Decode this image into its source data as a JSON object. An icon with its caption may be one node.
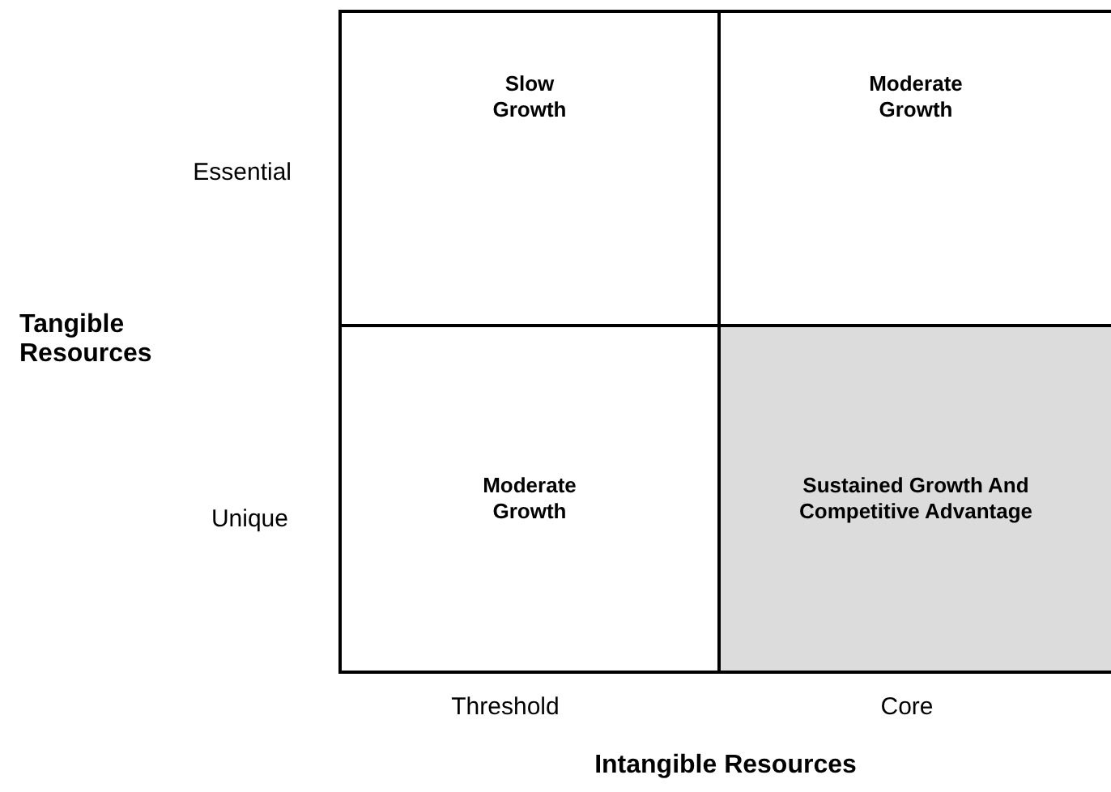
{
  "diagram": {
    "nodes": [
      {
        "text": [
          "Slow Growth"
        ]
      },
      {
        "text": [
          "Moderate Growth"
        ]
      },
      {
        "text": [
          "Moderate Growth"
        ]
      },
      {
        "text": [
          "Sustained Growth And Competitive Advantage"
        ]
      }
    ],
    "edges": [],
    "labels": [
      "Essential",
      "Tangible Resources",
      "Unique",
      "Threshold",
      "Core",
      "Intangible Resources"
    ]
  }
}
